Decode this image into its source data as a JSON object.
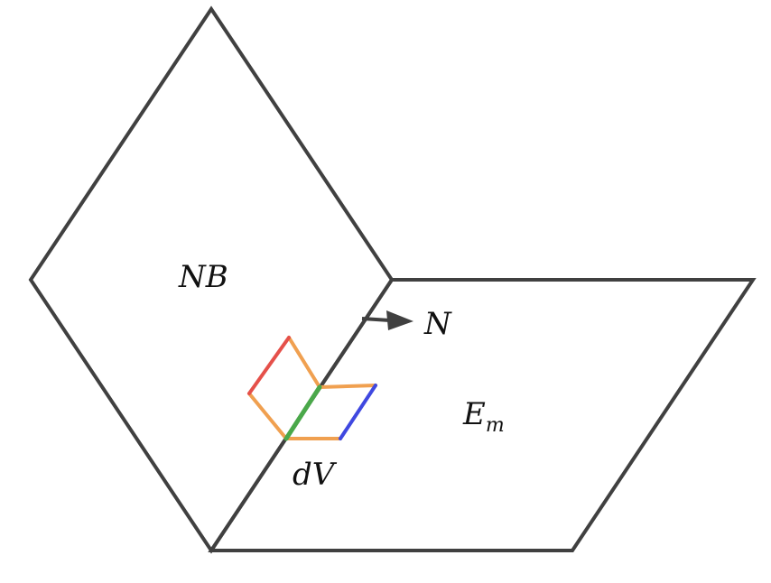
{
  "labels": {
    "nb": "NB",
    "n": "N",
    "em_base": "E",
    "em_sub": "m",
    "dv": "dV"
  },
  "colors": {
    "outline": "#404040",
    "orange": "#f0a050",
    "red": "#e5504a",
    "green": "#4aa84a",
    "blue": "#3f48e0",
    "arrow": "#404040"
  }
}
